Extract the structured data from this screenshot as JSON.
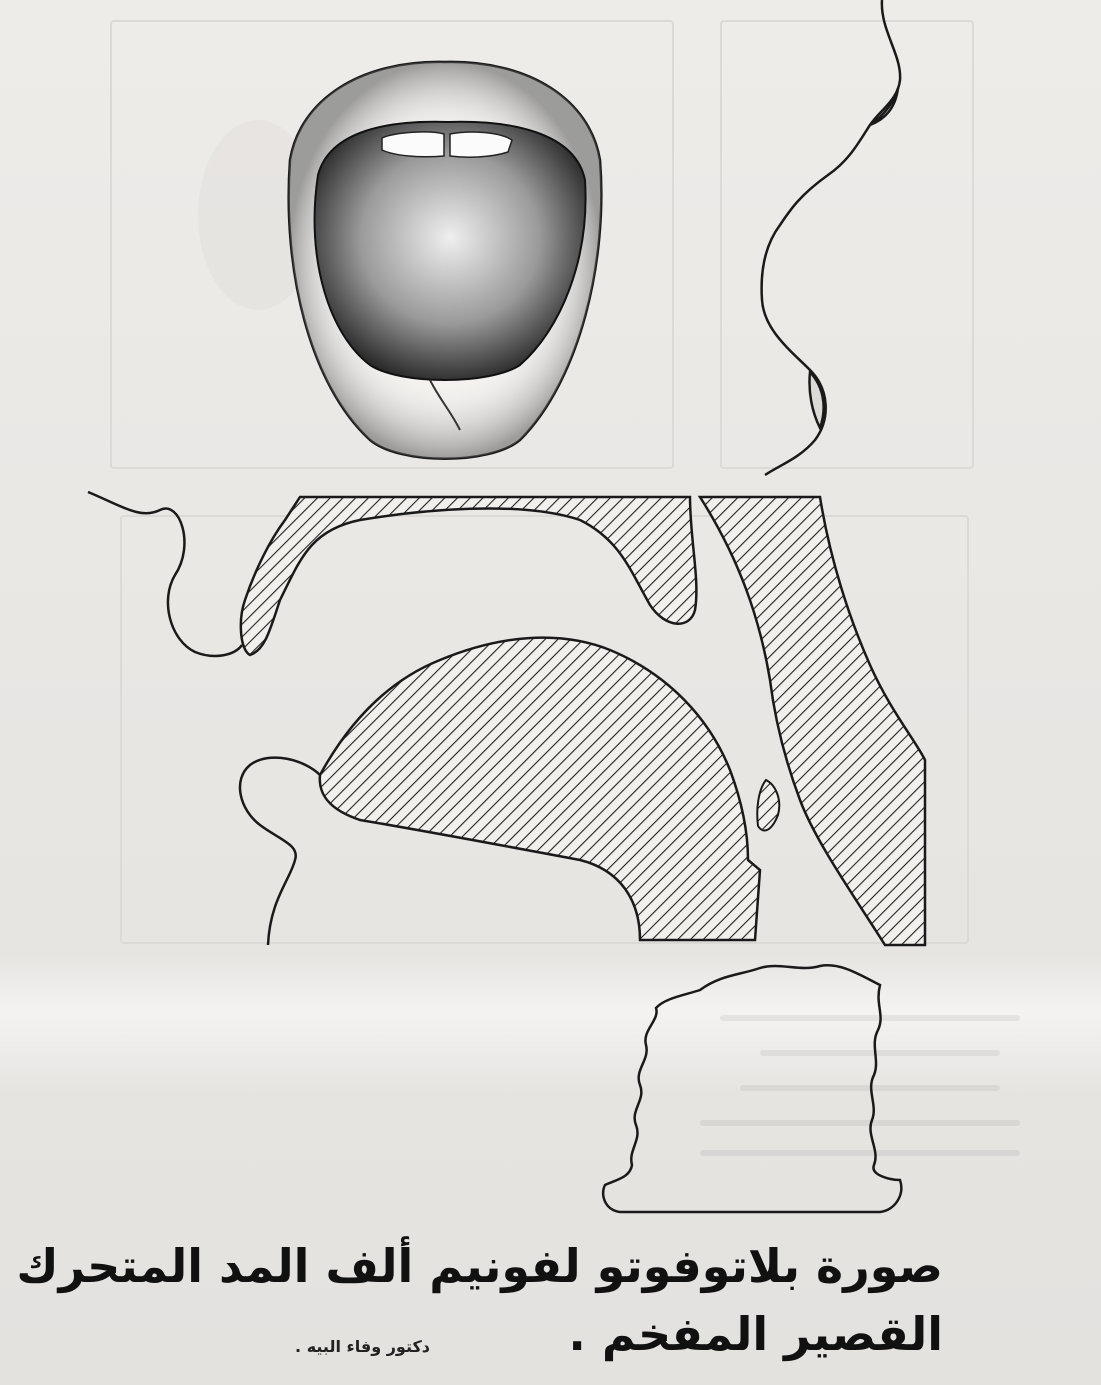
{
  "caption": {
    "line1": "صورة بلاتوفوتو لفونيم ألف المد المتحرك",
    "line2": "القصير المفخم ."
  },
  "author": {
    "line1": "دكتور وفاء البيه ."
  },
  "figures": {
    "top_left": "open-mouth-front-view",
    "top_right": "face-profile-lips",
    "middle": "vocal-tract-sagittal-section",
    "bottom_right": "palate-outline"
  }
}
